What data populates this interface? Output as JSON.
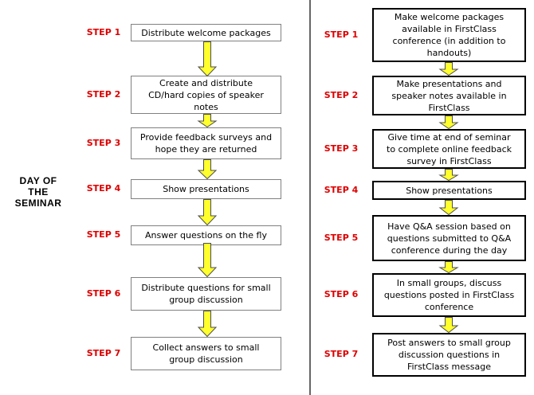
{
  "colors": {
    "background": "#ffffff",
    "step_label": "#dd0000",
    "box_text": "#000000",
    "left_box_border": "#808080",
    "right_box_border": "#000000",
    "arrow_fill": "#ffff2e",
    "arrow_outline": "#4d4d4d",
    "divider": "#666666"
  },
  "side_label": "DAY OF\nTHE\nSEMINAR",
  "left_flow": {
    "steps": [
      {
        "label": "STEP 1",
        "text": "Distribute welcome packages"
      },
      {
        "label": "STEP 2",
        "text": "Create and distribute\nCD/hard copies of speaker\nnotes"
      },
      {
        "label": "STEP 3",
        "text": "Provide feedback surveys and\nhope they are returned"
      },
      {
        "label": "STEP 4",
        "text": "Show presentations"
      },
      {
        "label": "STEP 5",
        "text": "Answer questions on the fly"
      },
      {
        "label": "STEP 6",
        "text": "Distribute questions for small\ngroup discussion"
      },
      {
        "label": "STEP 7",
        "text": "Collect answers to small\ngroup discussion"
      }
    ]
  },
  "right_flow": {
    "steps": [
      {
        "label": "STEP 1",
        "text": "Make welcome packages\navailable in FirstClass\nconference (in addition to\nhandouts)"
      },
      {
        "label": "STEP 2",
        "text": "Make presentations and\nspeaker notes available in\nFirstClass"
      },
      {
        "label": "STEP 3",
        "text": "Give time at end of seminar\nto complete online feedback\nsurvey in FirstClass"
      },
      {
        "label": "STEP 4",
        "text": "Show presentations"
      },
      {
        "label": "STEP 5",
        "text": "Have Q&A session based on\nquestions submitted to Q&A\nconference during the day"
      },
      {
        "label": "STEP 6",
        "text": "In small groups, discuss\nquestions posted in FirstClass\nconference"
      },
      {
        "label": "STEP 7",
        "text": "Post answers to small group\ndiscussion questions in\nFirstClass message"
      }
    ]
  }
}
